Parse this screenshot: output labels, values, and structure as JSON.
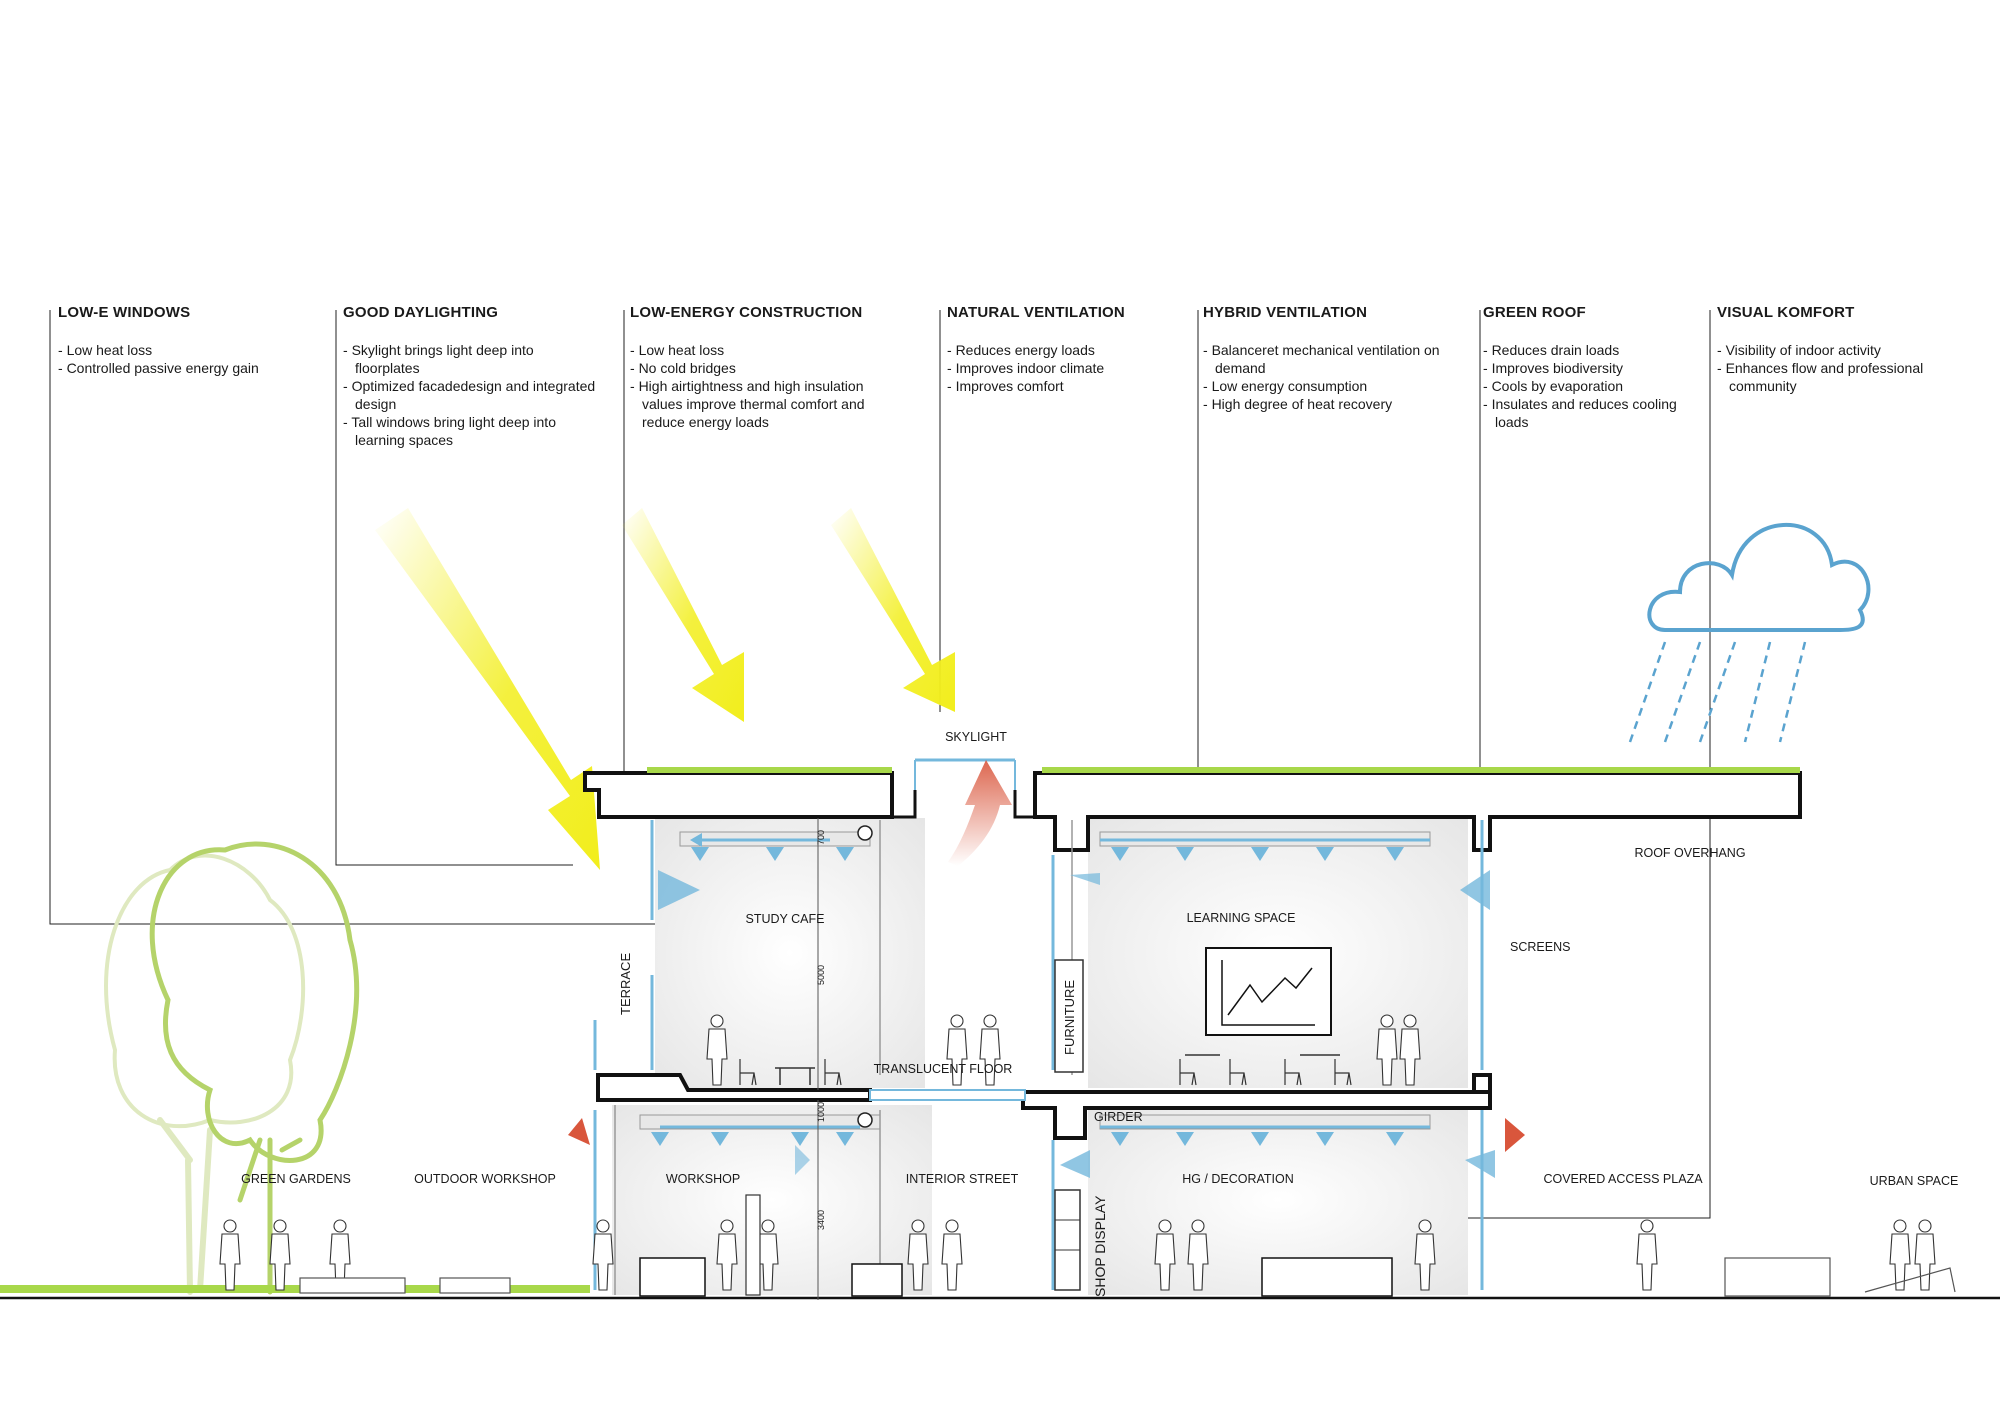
{
  "features": [
    {
      "title": "LOW-E WINDOWS",
      "items": [
        "Low heat loss",
        "Controlled passive energy gain"
      ]
    },
    {
      "title": "GOOD DAYLIGHTING",
      "items": [
        "Skylight brings light deep into floorplates",
        "Optimized facadedesign and integrated design",
        "Tall windows bring light deep into learning spaces"
      ]
    },
    {
      "title": "LOW-ENERGY CONSTRUCTION",
      "items": [
        "Low heat loss",
        "No cold bridges",
        "High airtightness and high insulation values improve thermal comfort and reduce energy loads"
      ]
    },
    {
      "title": "NATURAL VENTILATION",
      "items": [
        "Reduces energy loads",
        "Improves indoor climate",
        "Improves comfort"
      ]
    },
    {
      "title": "HYBRID VENTILATION",
      "items": [
        "Balanceret mechanical ventilation on demand",
        "Low energy consumption",
        "High degree of heat recovery"
      ]
    },
    {
      "title": "GREEN ROOF",
      "items": [
        "Reduces drain loads",
        "Improves biodiversity",
        "Cools by evaporation",
        "Insulates and reduces cooling loads"
      ]
    },
    {
      "title": "VISUAL KOMFORT",
      "items": [
        "Visibility of indoor activity",
        "Enhances flow and professional community"
      ]
    }
  ],
  "labels": {
    "skylight": "SKYLIGHT",
    "study_cafe": "STUDY CAFE",
    "learning_space": "LEARNING SPACE",
    "roof_overhang": "ROOF OVERHANG",
    "screens": "SCREENS",
    "terrace": "TERRACE",
    "furniture": "FURNITURE",
    "translucent_floor": "TRANSLUCENT FLOOR",
    "girder": "GIRDER",
    "green_gardens": "GREEN GARDENS",
    "outdoor_workshop": "OUTDOOR WORKSHOP",
    "workshop": "WORKSHOP",
    "interior_street": "INTERIOR STREET",
    "hg_decoration": "HG / DECORATION",
    "covered_access_plaza": "COVERED ACCESS PLAZA",
    "urban_space": "URBAN SPACE",
    "shop_display": "SHOP DISPLAY"
  },
  "dimensions": {
    "upper_ceiling": "700",
    "upper_height": "5000",
    "floor": "1000",
    "lower_height": "3400"
  },
  "colors": {
    "sun": "#f2ee1c",
    "cool_air": "#74b8dc",
    "warm_air": "#d9563c",
    "roof_grass": "#a8d84a",
    "tree": "#b5d36a",
    "rain": "#5aa3cf"
  }
}
